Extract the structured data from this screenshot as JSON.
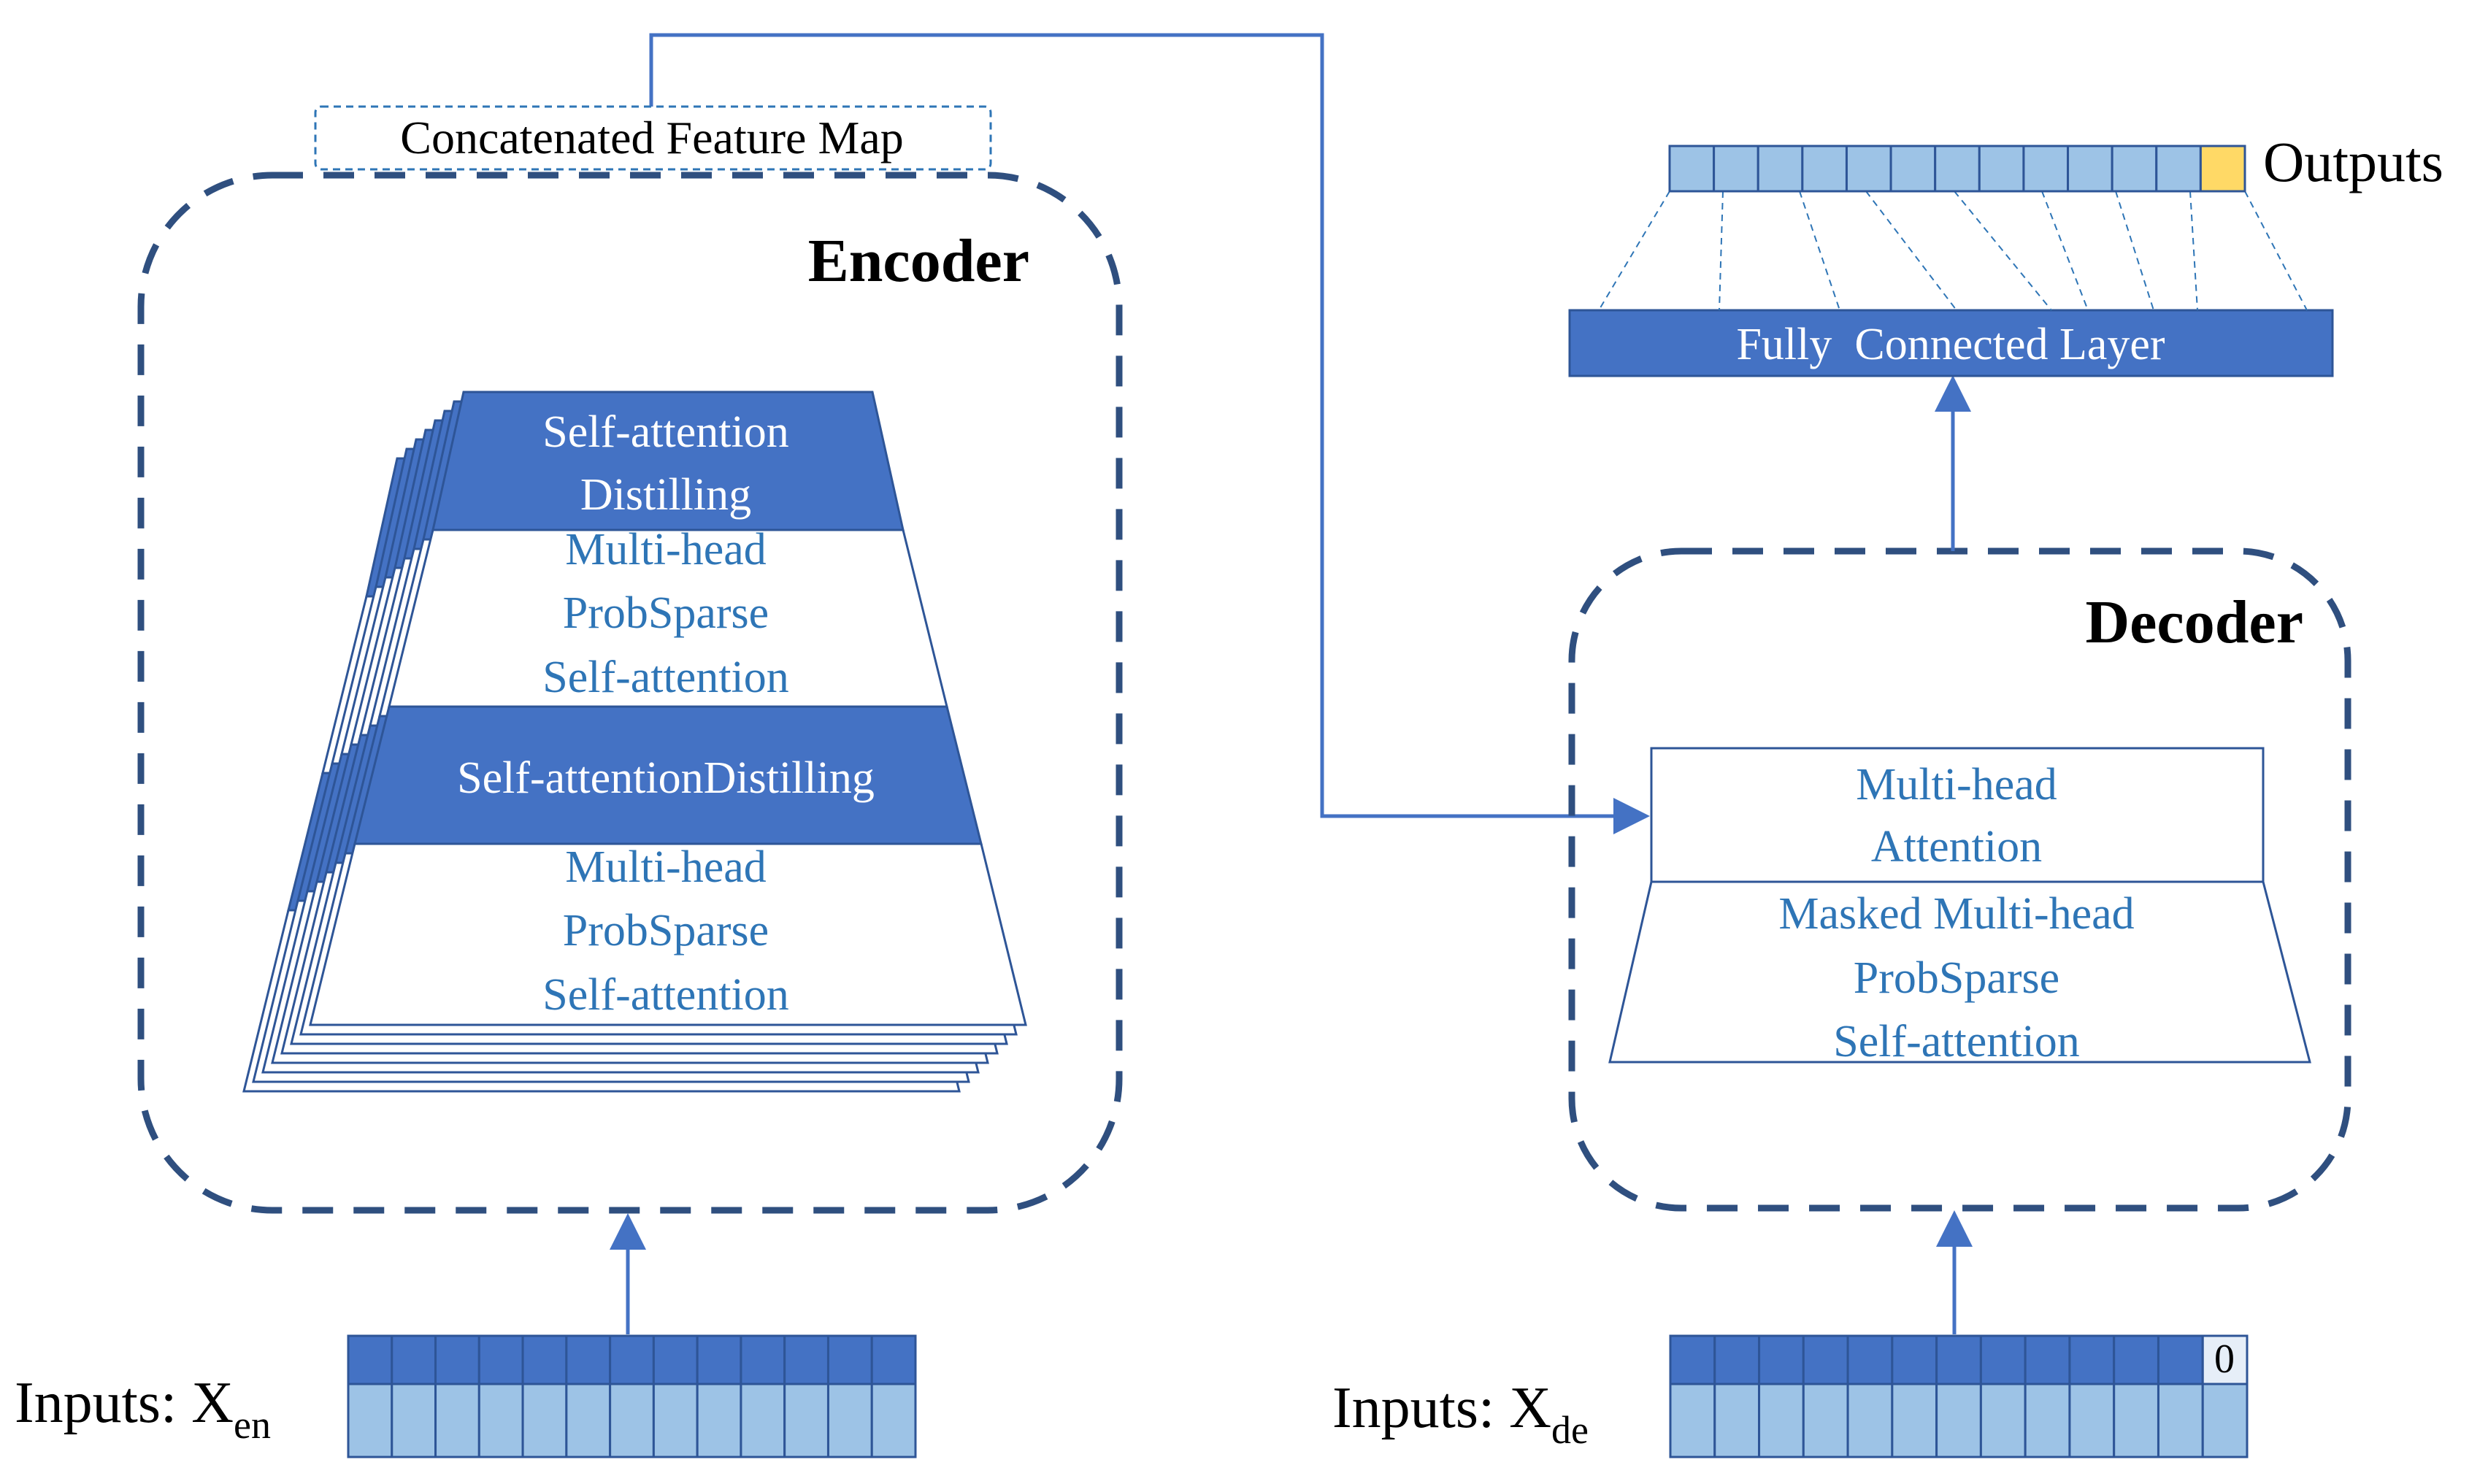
{
  "colors": {
    "dark_blue": "#4472c4",
    "light_blue": "#9dc3e6",
    "navy_dash": "#2f4f7f",
    "text_blue": "#2e75b6",
    "yellow": "#ffd966",
    "arrow": "#4472c4"
  },
  "encoder": {
    "title": "Encoder",
    "feature_map_label": "Concatenated Feature Map",
    "top_distill": [
      "Self-attention",
      "Distilling"
    ],
    "top_attention": [
      "Multi-head",
      "ProbSparse",
      "Self-attention"
    ],
    "mid_distill": "Self-attentionDistilling",
    "bottom_attention": [
      "Multi-head",
      "ProbSparse",
      "Self-attention"
    ]
  },
  "decoder": {
    "title": "Decoder",
    "attention": [
      "Multi-head",
      "Attention"
    ],
    "masked_attention": [
      "Masked Multi-head",
      "ProbSparse",
      "Self-attention"
    ]
  },
  "fc_layer_label": "Fully  Connected Layer",
  "outputs_label": "Outputs",
  "inputs_en": {
    "prefix": "Inputs: X",
    "subscript": "en"
  },
  "inputs_de": {
    "prefix": "Inputs: X",
    "subscript": "de",
    "zero_cell": "0"
  }
}
